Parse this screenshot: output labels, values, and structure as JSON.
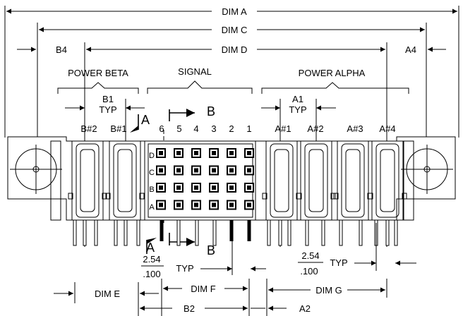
{
  "dimensions": {
    "dim_a": "DIM A",
    "dim_c": "DIM C",
    "dim_d": "DIM D",
    "b4": "B4",
    "a4": "A4",
    "b1": "B1",
    "b1_typ": "TYP",
    "a1": "A1",
    "a1_typ": "TYP",
    "dim_e": "DIM E",
    "dim_f": "DIM F",
    "dim_g": "DIM G",
    "b2": "B2",
    "a2": "A2",
    "pitch_mm_left": "2.54",
    "pitch_in_left": ".100",
    "pitch_typ_left": "TYP",
    "pitch_mm_right": "2.54",
    "pitch_in_right": ".100",
    "pitch_typ_right": "TYP"
  },
  "groups": {
    "power_beta": "POWER BETA",
    "signal": "SIGNAL",
    "power_alpha": "POWER ALPHA"
  },
  "contacts": {
    "beta": [
      "B#2",
      "B#1"
    ],
    "alpha": [
      "A#1",
      "A#2",
      "A#3",
      "A#4"
    ],
    "signal_columns": [
      "6",
      "5",
      "4",
      "3",
      "2",
      "1"
    ],
    "signal_rows": [
      "D",
      "C",
      "B",
      "A"
    ]
  },
  "section": {
    "a_top": "A",
    "a_bottom": "A",
    "b_top": "B",
    "b_bottom": "B"
  }
}
